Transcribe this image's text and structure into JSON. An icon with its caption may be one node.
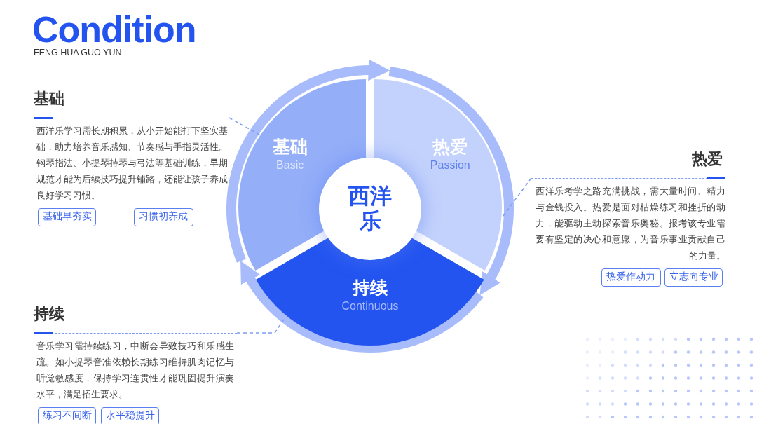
{
  "diagram": {
    "title": "Condition",
    "nodes": [
      {
        "text": [
          "西洋乐"
        ]
      },
      {
        "text": [
          "基础",
          "Basic"
        ]
      },
      {
        "text": [
          "热爱",
          "Passion"
        ]
      },
      {
        "text": [
          "持续",
          "Continuous"
        ]
      },
      {
        "text": [
          "基础",
          "西洋乐学习需长期积累，从小开始能打下坚实基础，助力培养音乐感知、节奏感与手指灵活性。钢琴指法、小提琴持琴与弓法等基础训练，早期规范才能为后续技巧提升铺路，还能让孩子养成良好学习习惯。"
        ]
      },
      {
        "text": [
          "基础早夯实"
        ]
      },
      {
        "text": [
          "习惯初养成"
        ]
      },
      {
        "text": [
          "热爱",
          "西洋乐考学之路充满挑战，需大量时间、精力与金钱投入。热爱是面对枯燥练习和挫折的动力，能驱动主动探索音乐奥秘。报考该专业需要有坚定的决心和意愿，为音乐事业贡献自己的力量。"
        ]
      },
      {
        "text": [
          "热爱作动力"
        ]
      },
      {
        "text": [
          "立志向专业"
        ]
      },
      {
        "text": [
          "持续",
          "音乐学习需持续练习，中断会导致技巧和乐感生疏。如小提琴音准依赖长期练习维持肌肉记忆与听觉敏感度，保持学习连贯性才能巩固提升演奏水平，满足招生要求。"
        ]
      },
      {
        "text": [
          "练习不间断"
        ]
      },
      {
        "text": [
          "水平稳提升"
        ]
      }
    ],
    "edges": [
      {
        "from": 1,
        "to": 2,
        "arrow": "to",
        "style": "thick"
      },
      {
        "from": 2,
        "to": 3,
        "arrow": "to",
        "style": "thick"
      },
      {
        "from": 3,
        "to": 1,
        "arrow": "to",
        "style": "thick"
      },
      {
        "from": 4,
        "to": 1,
        "arrow": "none",
        "style": "dashed"
      },
      {
        "from": 7,
        "to": 2,
        "arrow": "none",
        "style": "dashed"
      },
      {
        "from": 10,
        "to": 3,
        "arrow": "none",
        "style": "dashed"
      }
    ],
    "labels": [
      "FENG HUA GUO YUN"
    ]
  }
}
